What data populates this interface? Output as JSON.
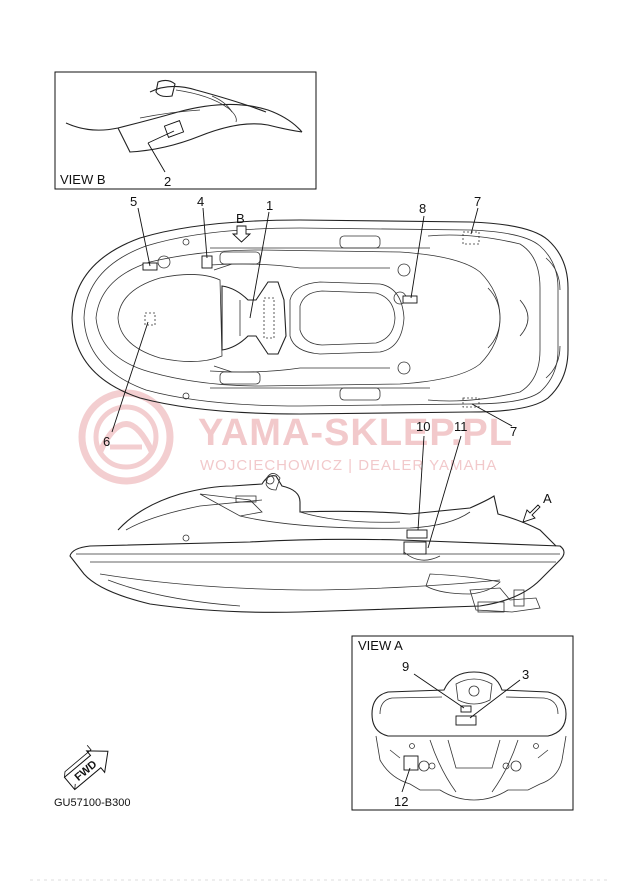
{
  "watermark": {
    "title": "YAMA-SKLEP.PL",
    "subtitle": "WOJCIECHOWICZ | DEALER YAMAHA",
    "color": "#f2c9cb"
  },
  "views": {
    "view_b": "VIEW B",
    "view_a": "VIEW A",
    "arrow_b": "B",
    "arrow_a": "A",
    "fwd": "FWD"
  },
  "callouts": [
    "1",
    "2",
    "3",
    "4",
    "5",
    "6",
    "7",
    "8",
    "9",
    "10",
    "11",
    "12"
  ],
  "part_number": "GU57100-B300",
  "top_view_callouts": {
    "c1": "1",
    "c4": "4",
    "c5": "5",
    "c6": "6",
    "c7a": "7",
    "c7b": "7",
    "c8": "8"
  },
  "side_view_callouts": {
    "c10": "10",
    "c11": "11"
  },
  "view_a_callouts": {
    "c9": "9",
    "c3": "3",
    "c12": "12"
  },
  "view_b_callouts": {
    "c2": "2"
  }
}
